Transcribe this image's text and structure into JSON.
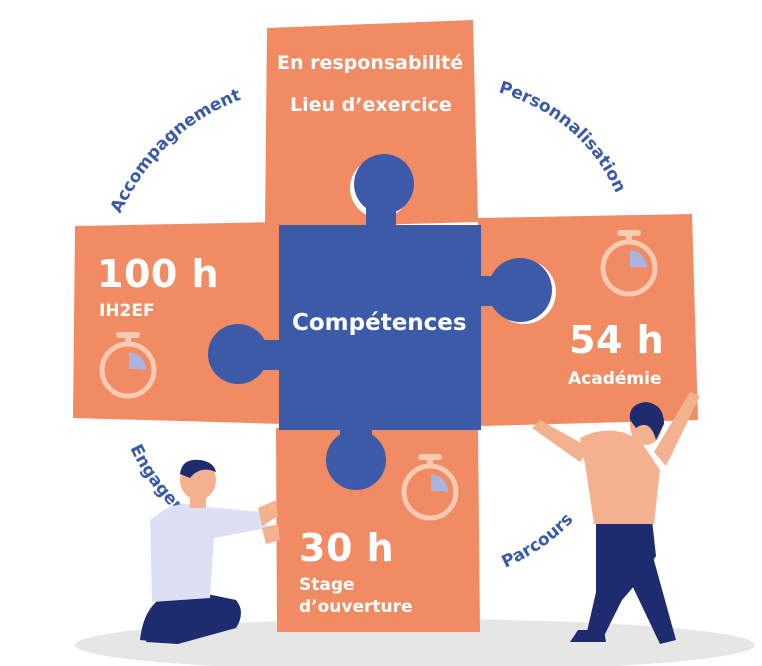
{
  "top_piece": {
    "line1": "En responsabilité",
    "line2": "Lieu d’exercice"
  },
  "center_piece": {
    "label": "Compétences"
  },
  "left_piece": {
    "hours": "100 h",
    "label": "IH2EF"
  },
  "right_piece": {
    "hours": "54 h",
    "label": "Académie"
  },
  "bottom_piece": {
    "hours": "30 h",
    "label_line1": "Stage",
    "label_line2": "d’ouverture"
  },
  "ring_labels": {
    "top_left": "Accompagnement",
    "top_right": "Personnalisation",
    "bottom_left": "Engagement",
    "bottom_right": "Parcours"
  },
  "colors": {
    "orange": "#f08b63",
    "blue": "#3c5aa8",
    "ring_text": "#3a5aa8",
    "timer": "#fbcab3",
    "timer_fill": "#a9b4e0"
  }
}
